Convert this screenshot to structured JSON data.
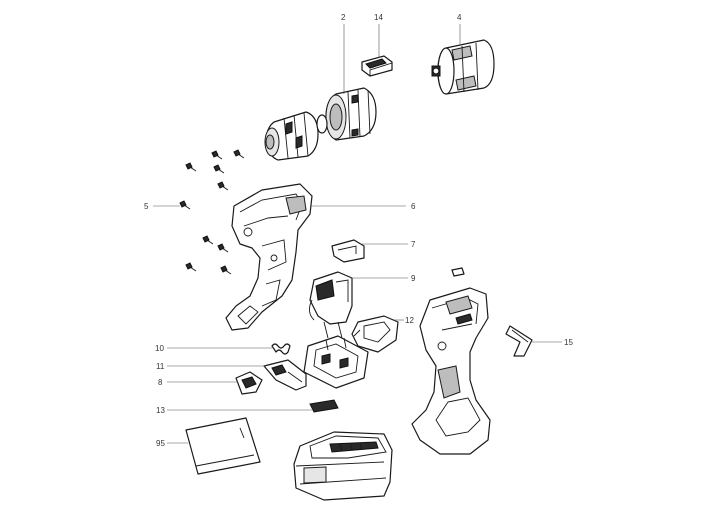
{
  "callouts": {
    "c2": "2",
    "c4": "4",
    "c5": "5",
    "c6": "6",
    "c7": "7",
    "c8": "8",
    "c9": "9",
    "c10": "10",
    "c11": "11",
    "c12": "12",
    "c13": "13",
    "c14": "14",
    "c15": "15",
    "c95": "95"
  }
}
